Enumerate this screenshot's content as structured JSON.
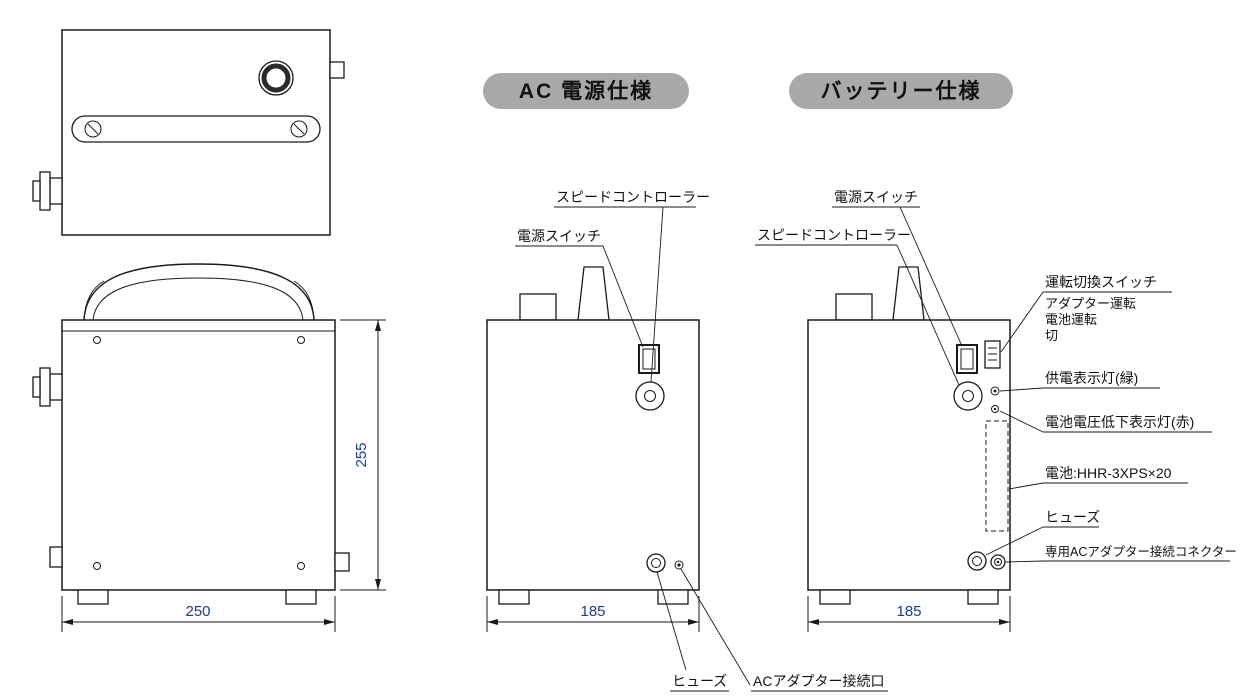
{
  "headers": {
    "ac_spec": "AC 電源仕様",
    "battery_spec": "バッテリー仕様"
  },
  "front_view": {
    "dim_width": "250",
    "dim_height": "255"
  },
  "ac_view": {
    "label_speed_controller": "スピードコントローラー",
    "label_power_switch": "電源スイッチ",
    "label_fuse": "ヒューズ",
    "label_ac_adapter_port": "ACアダプター接続口",
    "dim_width": "185"
  },
  "battery_view": {
    "label_power_switch": "電源スイッチ",
    "label_speed_controller": "スピードコントローラー",
    "label_mode_switch": "運転切換スイッチ",
    "label_mode_adapter": "アダプター運転",
    "label_mode_battery": "電池運転",
    "label_mode_off": "切",
    "label_power_lamp": "供電表示灯(緑)",
    "label_low_voltage_lamp": "電池電圧低下表示灯(赤)",
    "label_battery_type": "電池:HHR-3XPS×20",
    "label_fuse": "ヒューズ",
    "label_ac_connector": "専用ACアダプター接続コネクター",
    "dim_width": "185"
  },
  "colors": {
    "line": "#1a1a1a",
    "dimension_text": "#1e3a8f",
    "header_bg": "#a9a9a9"
  }
}
